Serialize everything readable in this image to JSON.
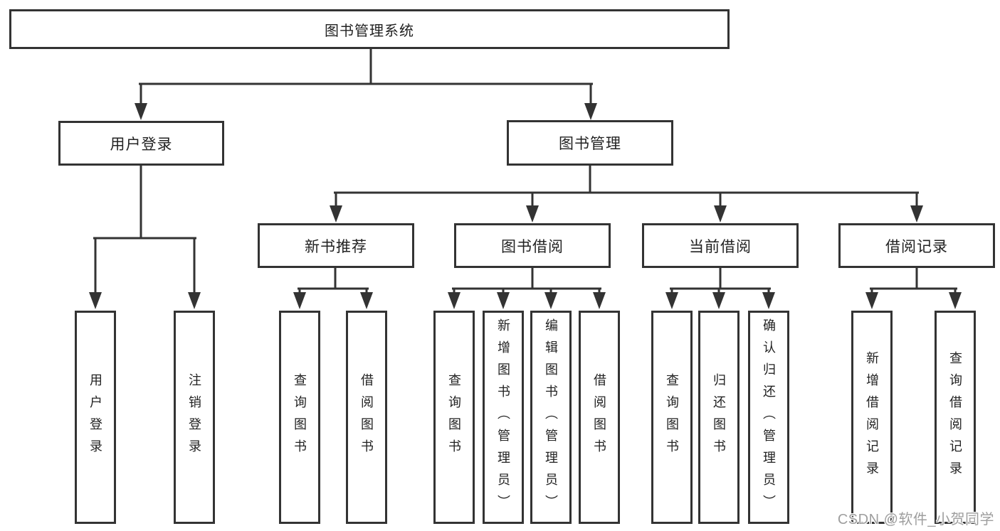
{
  "root": {
    "label": "图书管理系统"
  },
  "level2": [
    {
      "label": "用户登录"
    },
    {
      "label": "图书管理"
    }
  ],
  "level3": [
    {
      "label": "新书推荐"
    },
    {
      "label": "图书借阅"
    },
    {
      "label": "当前借阅"
    },
    {
      "label": "借阅记录"
    }
  ],
  "leaves": {
    "user_login": [
      "用户登录",
      "注销登录"
    ],
    "new_book_recommend": [
      "查询图书",
      "借阅图书"
    ],
    "book_borrow": [
      "查询图书",
      "新增图书（管理员）",
      "编辑图书（管理员）",
      "借阅图书"
    ],
    "current_borrow": [
      "查询图书",
      "归还图书",
      "确认归还（管理员）"
    ],
    "borrow_records": [
      "新增借阅记录",
      "查询借阅记录"
    ]
  },
  "watermark": "CSDN @软件_小贺同学",
  "colors": {
    "line": "#333333",
    "box_border": "#333333",
    "text": "#222222",
    "background": "#ffffff",
    "watermark": "#9e9e9e"
  }
}
